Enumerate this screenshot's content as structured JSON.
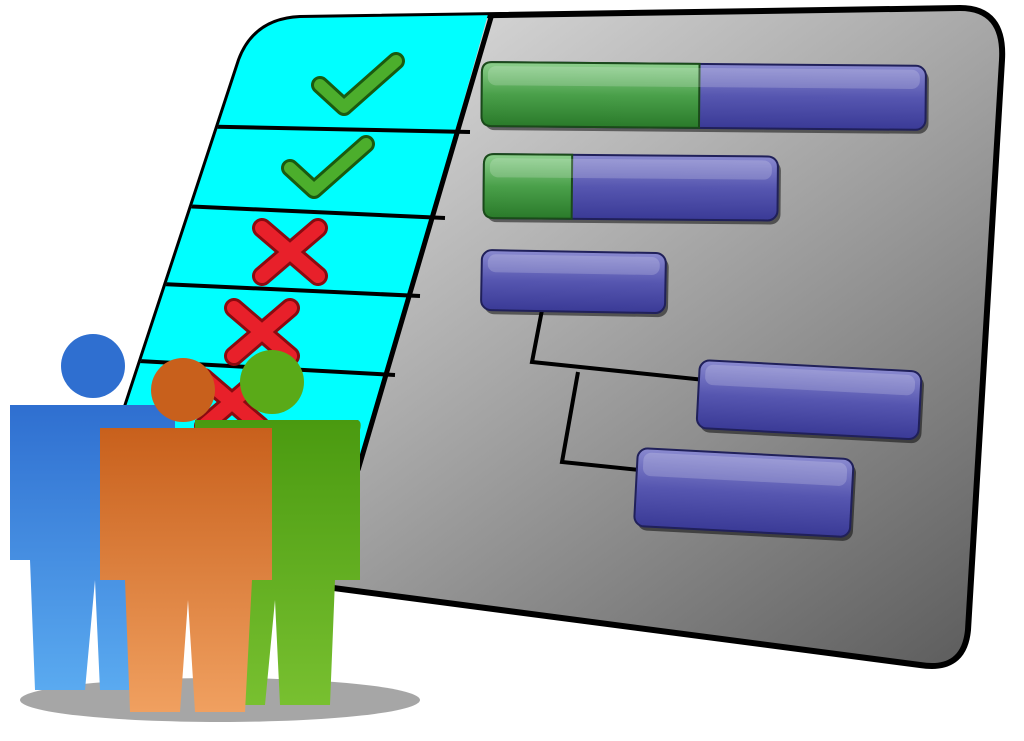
{
  "colors": {
    "board_gray": "#8a8a8a",
    "checklist_cyan": "#00ffff",
    "progress_green": "#3a9a3a",
    "task_blue": "#4a4aa8",
    "check_green": "#4cae2c",
    "cross_red": "#e8202a",
    "person_blue": "#3a86e0",
    "person_orange": "#d8742a",
    "person_green": "#5aaa18"
  },
  "checklist": [
    {
      "status": "done",
      "icon": "check-icon"
    },
    {
      "status": "done",
      "icon": "check-icon"
    },
    {
      "status": "failed",
      "icon": "cross-icon"
    },
    {
      "status": "failed",
      "icon": "cross-icon"
    },
    {
      "status": "failed",
      "icon": "cross-icon"
    }
  ],
  "tasks": [
    {
      "progress": 0.49
    },
    {
      "progress": 0.3
    },
    {
      "progress": 0
    },
    {
      "progress": 0
    },
    {
      "progress": 0
    }
  ],
  "people": [
    "person-blue",
    "person-green",
    "person-orange"
  ]
}
